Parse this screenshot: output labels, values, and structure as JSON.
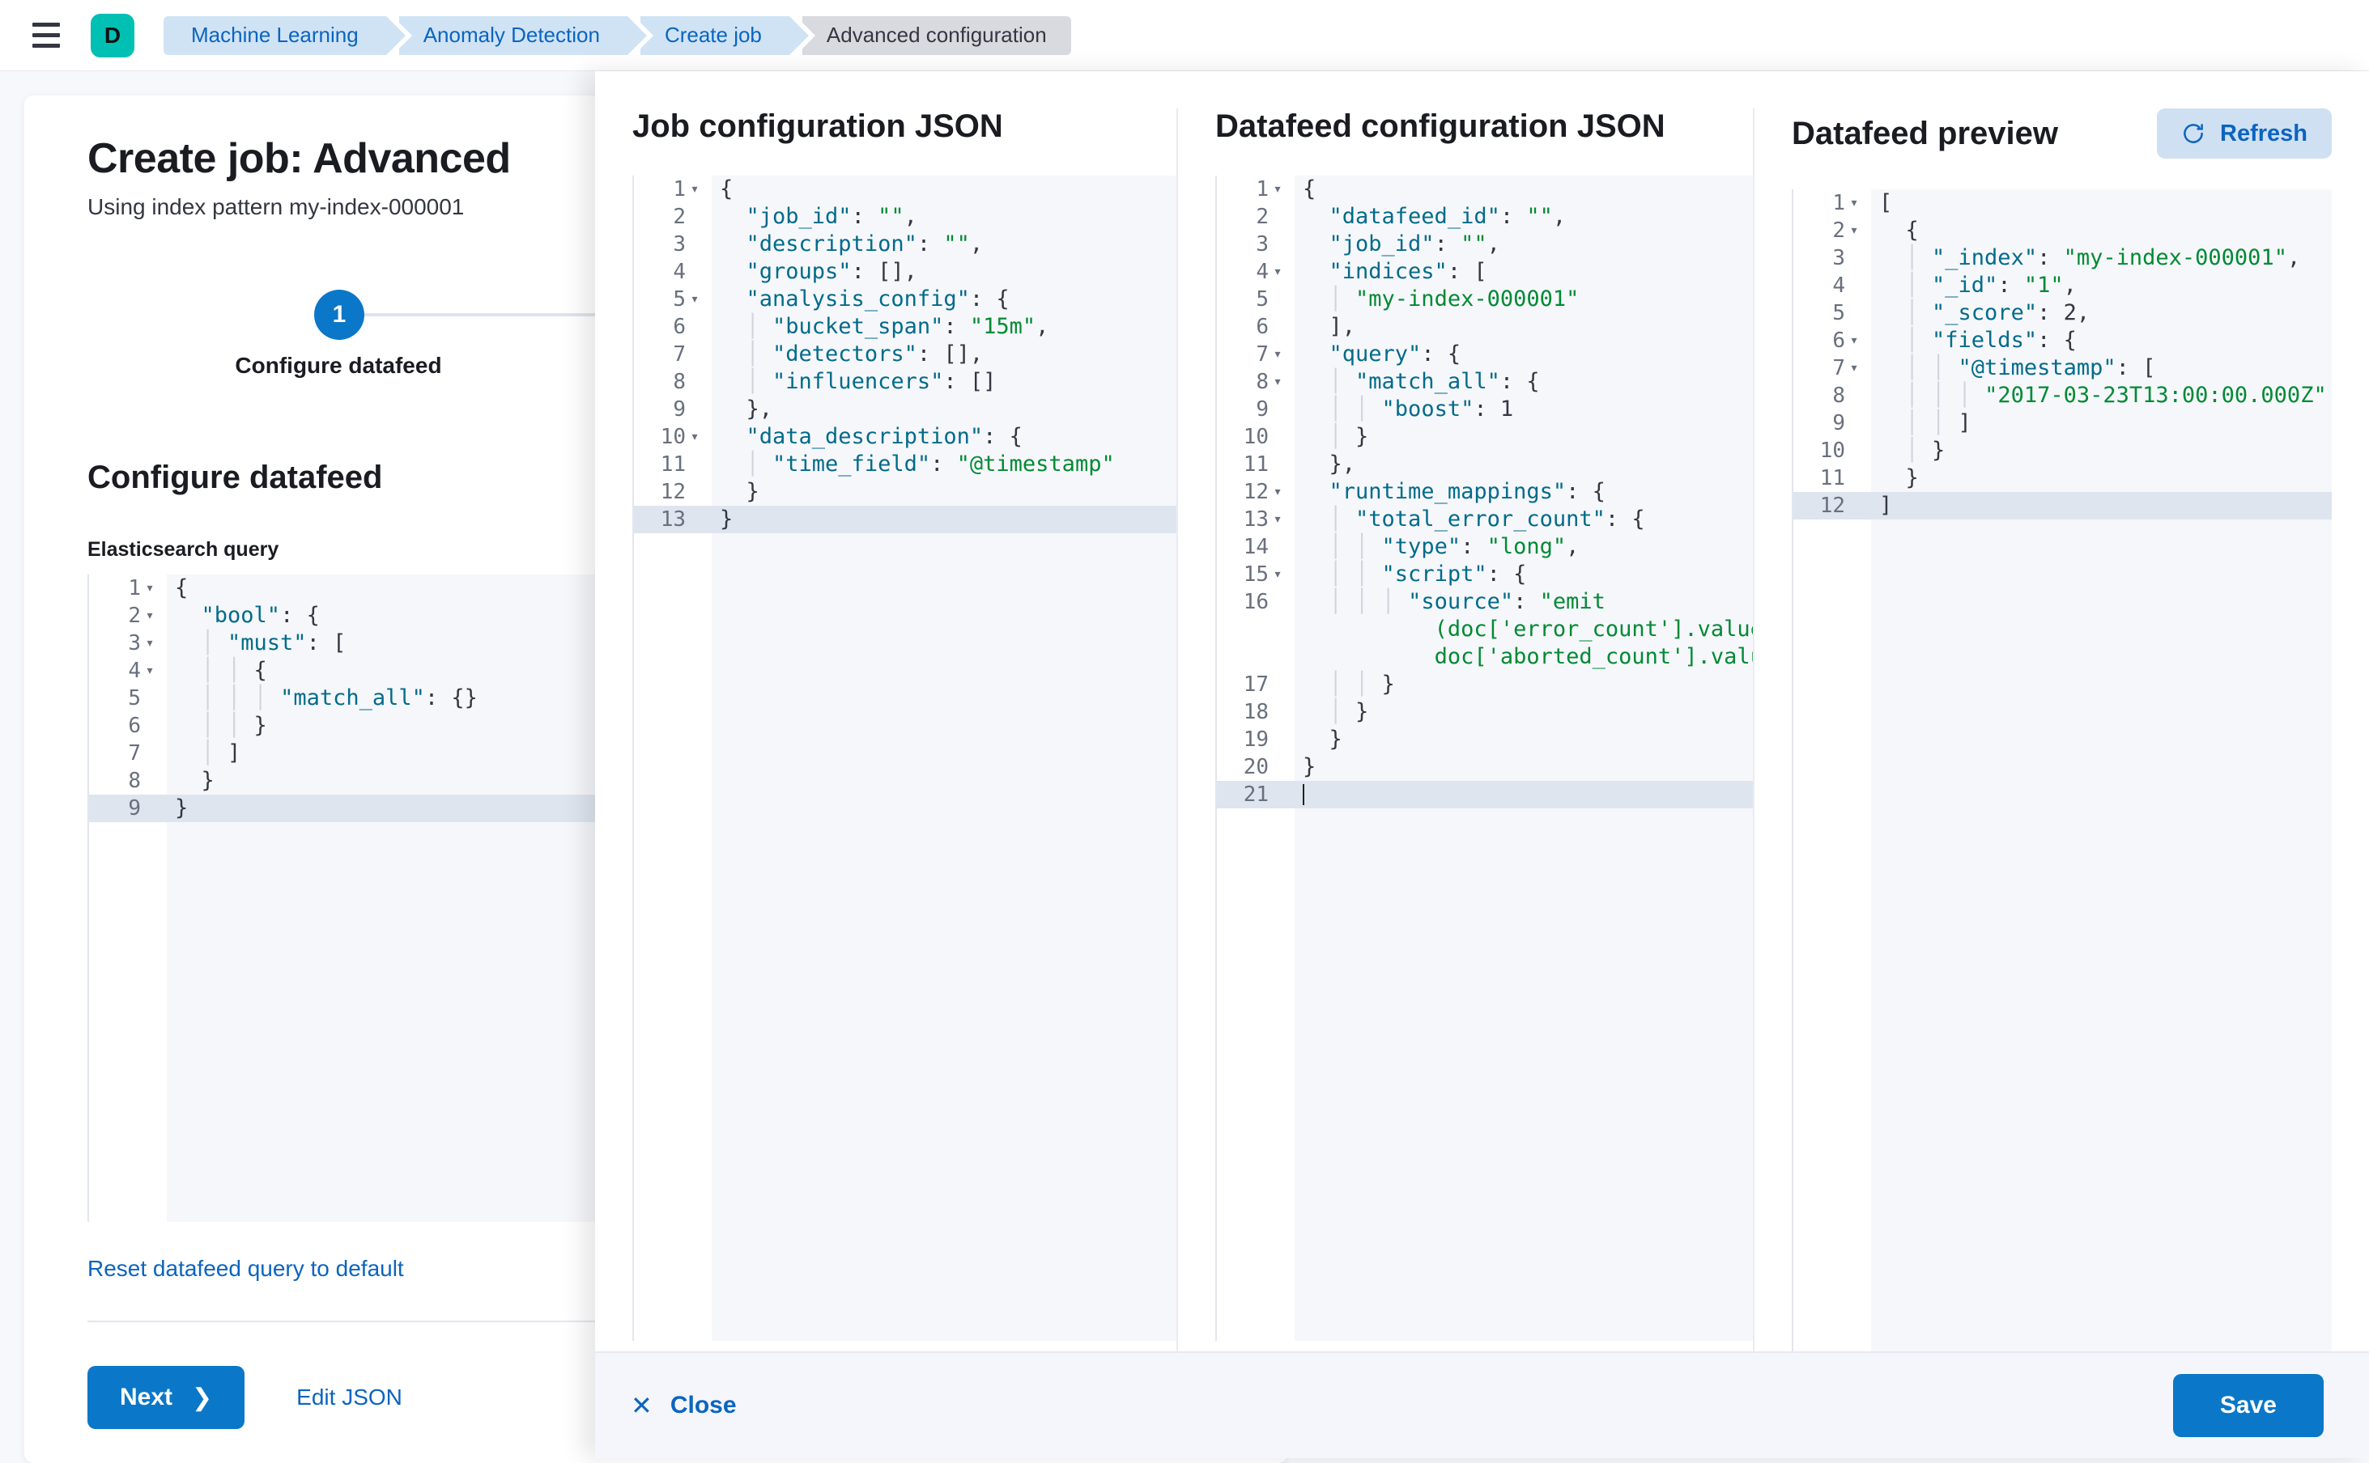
{
  "topbar": {
    "menu_icon": "hamburger-icon",
    "space_initial": "D",
    "breadcrumbs": [
      {
        "label": "Machine Learning",
        "current": false
      },
      {
        "label": "Anomaly Detection",
        "current": false
      },
      {
        "label": "Create job",
        "current": false
      },
      {
        "label": "Advanced configuration",
        "current": true
      }
    ]
  },
  "wizard": {
    "title": "Create job: Advanced",
    "subtitle": "Using index pattern my-index-000001",
    "step_number": "1",
    "step_label": "Configure datafeed",
    "section_title": "Configure datafeed",
    "query_field_label": "Elasticsearch query",
    "reset_link": "Reset datafeed query to default",
    "next_button": "Next",
    "next_chevron": "chevron-right-icon",
    "edit_json_link": "Edit JSON",
    "query_editor": {
      "active_line": 9,
      "lines": [
        {
          "n": 1,
          "fold": true,
          "text": "{"
        },
        {
          "n": 2,
          "fold": true,
          "text": "  \"bool\": {"
        },
        {
          "n": 3,
          "fold": true,
          "text": "    \"must\": ["
        },
        {
          "n": 4,
          "fold": true,
          "text": "      {"
        },
        {
          "n": 5,
          "fold": false,
          "text": "        \"match_all\": {}"
        },
        {
          "n": 6,
          "fold": false,
          "text": "      }"
        },
        {
          "n": 7,
          "fold": false,
          "text": "    ]"
        },
        {
          "n": 8,
          "fold": false,
          "text": "  }"
        },
        {
          "n": 9,
          "fold": false,
          "text": "}"
        }
      ]
    }
  },
  "flyout": {
    "columns": {
      "job": {
        "title": "Job configuration JSON",
        "editor": {
          "active_line": 13,
          "lines": [
            {
              "n": 1,
              "fold": true,
              "text": "{"
            },
            {
              "n": 2,
              "fold": false,
              "text": "  \"job_id\": \"\","
            },
            {
              "n": 3,
              "fold": false,
              "text": "  \"description\": \"\","
            },
            {
              "n": 4,
              "fold": false,
              "text": "  \"groups\": [],"
            },
            {
              "n": 5,
              "fold": true,
              "text": "  \"analysis_config\": {"
            },
            {
              "n": 6,
              "fold": false,
              "text": "    \"bucket_span\": \"15m\","
            },
            {
              "n": 7,
              "fold": false,
              "text": "    \"detectors\": [],"
            },
            {
              "n": 8,
              "fold": false,
              "text": "    \"influencers\": []"
            },
            {
              "n": 9,
              "fold": false,
              "text": "  },"
            },
            {
              "n": 10,
              "fold": true,
              "text": "  \"data_description\": {"
            },
            {
              "n": 11,
              "fold": false,
              "text": "    \"time_field\": \"@timestamp\""
            },
            {
              "n": 12,
              "fold": false,
              "text": "  }"
            },
            {
              "n": 13,
              "fold": false,
              "text": "}"
            }
          ]
        }
      },
      "datafeed": {
        "title": "Datafeed configuration JSON",
        "editor": {
          "active_line": 21,
          "lines": [
            {
              "n": 1,
              "fold": true,
              "text": "{"
            },
            {
              "n": 2,
              "fold": false,
              "text": "  \"datafeed_id\": \"\","
            },
            {
              "n": 3,
              "fold": false,
              "text": "  \"job_id\": \"\","
            },
            {
              "n": 4,
              "fold": true,
              "text": "  \"indices\": ["
            },
            {
              "n": 5,
              "fold": false,
              "text": "    \"my-index-000001\""
            },
            {
              "n": 6,
              "fold": false,
              "text": "  ],"
            },
            {
              "n": 7,
              "fold": true,
              "text": "  \"query\": {"
            },
            {
              "n": 8,
              "fold": true,
              "text": "    \"match_all\": {"
            },
            {
              "n": 9,
              "fold": false,
              "text": "      \"boost\": 1"
            },
            {
              "n": 10,
              "fold": false,
              "text": "    }"
            },
            {
              "n": 11,
              "fold": false,
              "text": "  },"
            },
            {
              "n": 12,
              "fold": true,
              "text": "  \"runtime_mappings\": {"
            },
            {
              "n": 13,
              "fold": true,
              "text": "    \"total_error_count\": {"
            },
            {
              "n": 14,
              "fold": false,
              "text": "      \"type\": \"long\","
            },
            {
              "n": 15,
              "fold": true,
              "text": "      \"script\": {"
            },
            {
              "n": 16,
              "fold": false,
              "text": "        \"source\": \"emit(doc['error_count'].value + doc['aborted_count'].value)\"",
              "wrap": 3
            },
            {
              "n": 17,
              "fold": false,
              "text": "      }"
            },
            {
              "n": 18,
              "fold": false,
              "text": "    }"
            },
            {
              "n": 19,
              "fold": false,
              "text": "  }"
            },
            {
              "n": 20,
              "fold": false,
              "text": "}"
            },
            {
              "n": 21,
              "fold": false,
              "text": "",
              "caret": true
            }
          ]
        }
      },
      "preview": {
        "title": "Datafeed preview",
        "refresh_button": "Refresh",
        "refresh_icon": "refresh-icon",
        "editor": {
          "active_line": 12,
          "lines": [
            {
              "n": 1,
              "fold": true,
              "text": "["
            },
            {
              "n": 2,
              "fold": true,
              "text": "  {"
            },
            {
              "n": 3,
              "fold": false,
              "text": "    \"_index\": \"my-index-000001\","
            },
            {
              "n": 4,
              "fold": false,
              "text": "    \"_id\": \"1\","
            },
            {
              "n": 5,
              "fold": false,
              "text": "    \"_score\": 2,"
            },
            {
              "n": 6,
              "fold": true,
              "text": "    \"fields\": {"
            },
            {
              "n": 7,
              "fold": true,
              "text": "      \"@timestamp\": ["
            },
            {
              "n": 8,
              "fold": false,
              "text": "        \"2017-03-23T13:00:00.000Z\""
            },
            {
              "n": 9,
              "fold": false,
              "text": "      ]"
            },
            {
              "n": 10,
              "fold": false,
              "text": "    }"
            },
            {
              "n": 11,
              "fold": false,
              "text": "  }"
            },
            {
              "n": 12,
              "fold": false,
              "text": "]"
            }
          ]
        }
      }
    },
    "footer": {
      "close_label": "Close",
      "close_icon": "close-x-icon",
      "save_label": "Save"
    }
  },
  "colors": {
    "brand_teal": "#00BFB3",
    "primary_blue": "#0B77C8",
    "link_blue": "#0b64c0",
    "string_green": "#008a33",
    "key_blue": "#006b8a"
  }
}
